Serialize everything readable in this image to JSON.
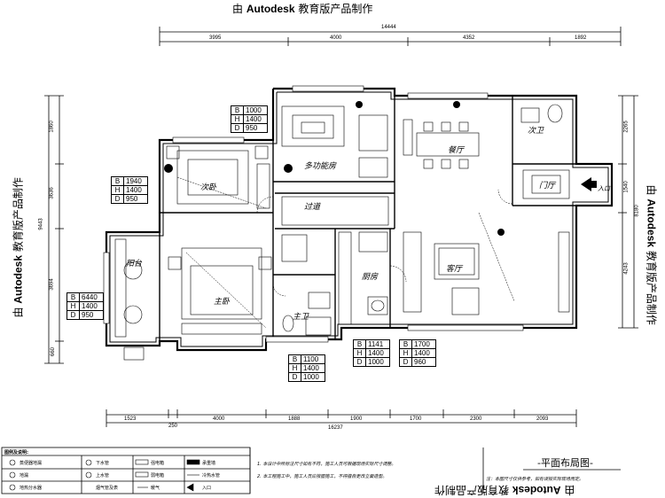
{
  "watermark": {
    "prefix": "由",
    "brand": "Autodesk",
    "suffix": "教育版产品制作"
  },
  "dimensions": {
    "top_total": "14444",
    "top_segments": [
      "3995",
      "4000",
      "4352",
      "1892"
    ],
    "bottom_segments": [
      "1523",
      "250",
      "4000",
      "1888",
      "1900",
      "1700",
      "2300",
      "2093"
    ],
    "bottom_total": "16237",
    "left_segments": [
      "1860",
      "3636",
      "3694",
      "660"
    ],
    "left_total": "9443",
    "right_segments": [
      "2265",
      "1540",
      "4243"
    ],
    "right_total": "8180"
  },
  "rooms": {
    "multi_room": "多功能房",
    "dining": "餐厅",
    "guest_wc": "次卫",
    "entry": "门厅",
    "entrance": "入口",
    "second_bed": "次卧",
    "corridor": "过道",
    "balcony": "阳台",
    "master_bed": "主卧",
    "kitchen": "厨房",
    "living": "客厅",
    "master_wc": "主卫"
  },
  "spec_tables": [
    {
      "b": "1000",
      "h": "1400",
      "d": "950"
    },
    {
      "b": "1940",
      "h": "1400",
      "d": "950"
    },
    {
      "b": "6440",
      "h": "1400",
      "d": "950"
    },
    {
      "b": "1100",
      "h": "1400",
      "d": "1000"
    },
    {
      "b": "1141",
      "h": "1400",
      "d": "1000"
    },
    {
      "b": "1700",
      "h": "1400",
      "d": "960"
    }
  ],
  "legend": {
    "title": "图例及说明:",
    "items": [
      "蒸便器地漏",
      "下水管",
      "强电箱",
      "承重墙",
      "地漏",
      "上水管",
      "弱电箱",
      "冷热水管",
      "地热分水器",
      "烟气管及表",
      "暖气",
      "入口"
    ]
  },
  "notes": [
    "1. 本设计中所标注尺寸如有不符，施工人员可根据现场实际尺寸调整。",
    "2. 本工程施工中，施工人员应按图施工，不得擅自更改立面造型。"
  ],
  "drawing_title": "平面布局图",
  "footnote": "注：本图尺寸仅供参考，如有误按实际现场而定。"
}
